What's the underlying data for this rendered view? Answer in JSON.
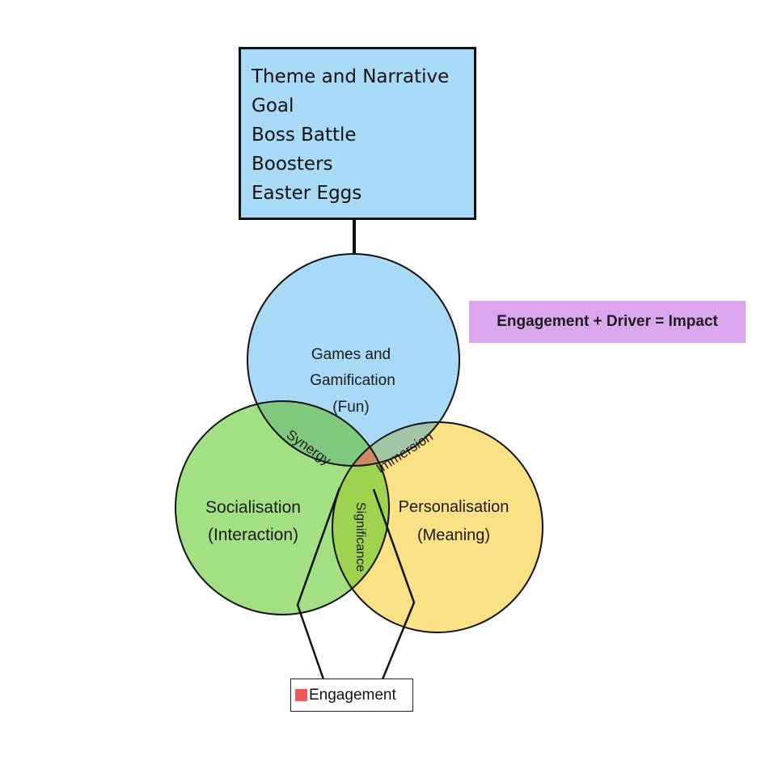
{
  "top_box": {
    "items": [
      "Theme and Narrative",
      "Goal",
      "Boss Battle",
      "Boosters",
      "Easter Eggs"
    ]
  },
  "formula": "Engagement + Driver =  Impact",
  "circles": {
    "top": {
      "line1": "Games and",
      "line2": "Gamification",
      "line3": "(Fun)",
      "color": "#a8daf7"
    },
    "left": {
      "line1": "Socialisation",
      "line2": "(Interaction)",
      "color": "#a3e084"
    },
    "right": {
      "line1": "Personalisation",
      "line2": "(Meaning)",
      "color": "#fae185"
    }
  },
  "overlaps": {
    "top_left": "Synergy",
    "top_right": "Immersion",
    "left_right": "Significance",
    "center_color": "#c98a61"
  },
  "legend": {
    "label": "Engagement",
    "color": "#f0575a"
  }
}
